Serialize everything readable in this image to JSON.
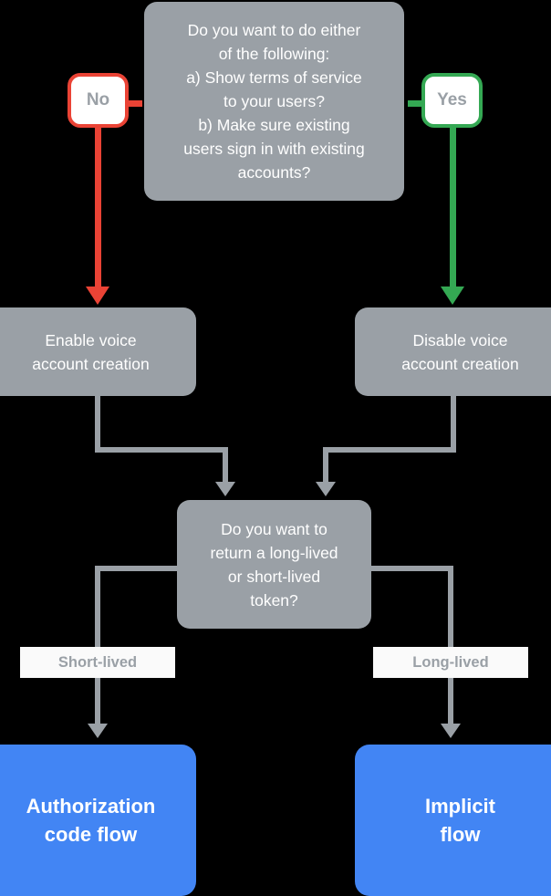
{
  "diagram": {
    "title": "Account linking flow decision chart",
    "background_color": "#000000",
    "colors": {
      "node_gray": "#9aa0a6",
      "node_blue": "#4285f4",
      "no_red": "#ea4335",
      "yes_green": "#34a853",
      "label_chip": "#fafafa",
      "node_text": "#ffffff"
    },
    "nodes": {
      "question_terms": "Do you want to do either\nof the following:\na) Show terms of service\nto your users?\nb) Make sure existing\nusers sign in with existing\naccounts?",
      "enable_voice": "Enable voice\naccount creation",
      "disable_voice": "Disable voice\naccount creation",
      "question_token": "Do you want to\nreturn a long-lived\nor short-lived\ntoken?",
      "authorization_code_flow": "Authorization\ncode flow",
      "implicit_flow": "Implicit\nflow"
    },
    "badges": {
      "no": "No",
      "yes": "Yes"
    },
    "edge_labels": {
      "short_lived": "Short-lived",
      "long_lived": "Long-lived"
    }
  }
}
